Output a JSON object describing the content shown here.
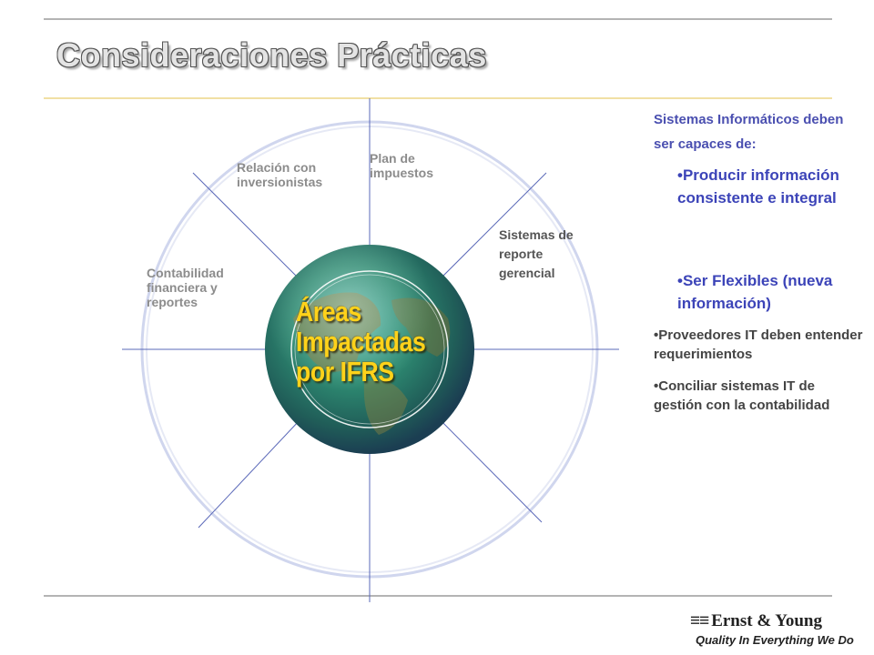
{
  "slide": {
    "title": "Consideraciones Prácticas"
  },
  "diagram": {
    "center_lines": [
      "Áreas",
      "Impactadas",
      "por IFRS"
    ],
    "labels": {
      "plan": "Plan de\nimpuestos",
      "relacion": "Relación con\ninversionistas",
      "contabilidad": "Contabilidad\nfinanciera y\nreportes",
      "sistemas": "Sistemas de\nreporte\ngerencial"
    },
    "colors": {
      "spoke": "#5a68b8",
      "ring": "#d0d6ee",
      "center_text": "#ffd21a",
      "rule_gold": "#e3c14a",
      "rule_dark": "#6a6a6a"
    }
  },
  "sidebar": {
    "heading": "Sistemas Informáticos deben ser capaces de:",
    "sub_bullets": [
      "•Producir información consistente e integral",
      "•Ser Flexibles (nueva información)"
    ],
    "bullets": [
      "•Proveedores IT deben entender requerimientos",
      "•Conciliar sistemas IT de gestión con la contabilidad"
    ]
  },
  "logo": {
    "mark": "≡≡",
    "name": "Ernst & Young",
    "tagline": "Quality In Everything We Do"
  }
}
